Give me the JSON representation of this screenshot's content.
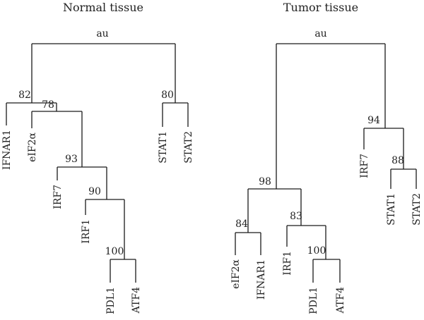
{
  "normal": {
    "title": "Normal tissue",
    "root_label": "au",
    "nodes": [
      {
        "label": "82"
      },
      {
        "label": "78"
      },
      {
        "label": "93"
      },
      {
        "label": "90"
      },
      {
        "label": "100"
      },
      {
        "label": "80"
      }
    ],
    "leaves": [
      "IFNAR1",
      "eIF2α",
      "IRF7",
      "IRF1",
      "PDL1",
      "ATF4",
      "STAT1",
      "STAT2"
    ]
  },
  "tumor": {
    "title": "Tumor tissue",
    "root_label": "au",
    "nodes": [
      {
        "label": "98"
      },
      {
        "label": "84"
      },
      {
        "label": "83"
      },
      {
        "label": "100"
      },
      {
        "label": "94"
      },
      {
        "label": "88"
      }
    ],
    "leaves": [
      "eIF2α",
      "IFNAR1",
      "IRF1",
      "PDL1",
      "ATF4",
      "IRF7",
      "STAT1",
      "STAT2"
    ]
  }
}
